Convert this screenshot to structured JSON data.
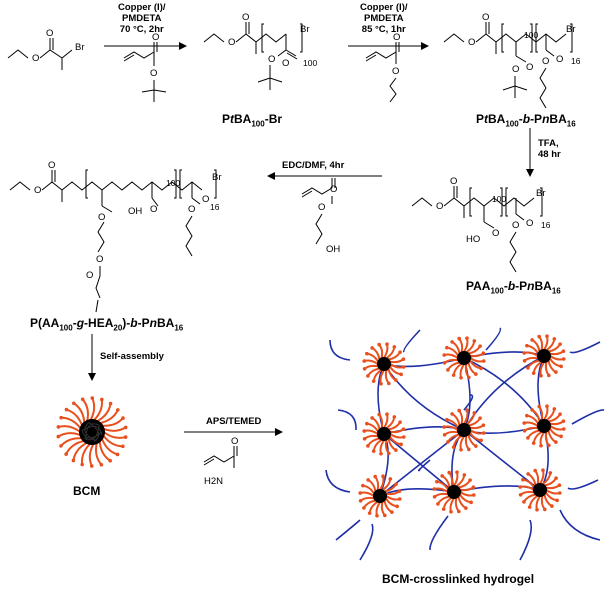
{
  "compounds": {
    "ptba": [
      "P",
      "t",
      "BA",
      "100",
      "-Br"
    ],
    "ptba_pnba": [
      "P",
      "t",
      "BA",
      "100",
      "-",
      "b",
      "-P",
      "n",
      "BA",
      "16"
    ],
    "paa_pnba": [
      "PAA",
      "100",
      "-",
      "b",
      "-P",
      "n",
      "BA",
      "16"
    ],
    "graft": [
      "P(AA",
      "100",
      "-",
      "g",
      "-HEA",
      "20",
      ")-",
      "b",
      "-P",
      "n",
      "BA",
      "16"
    ],
    "bcm": "BCM",
    "hydrogel": "BCM-crosslinked hydrogel"
  },
  "conditions": {
    "step1": [
      "Copper (I)/",
      "PMDETA",
      "70 °C, 2hr"
    ],
    "step2": [
      "Copper (I)/",
      "PMDETA",
      "85 °C, 1hr"
    ],
    "step3": [
      "TFA,",
      "48 hr"
    ],
    "step4": "EDC/DMF, 4hr",
    "step5": "Self-assembly",
    "step6": "APS/TEMED"
  },
  "atoms": {
    "Br": "Br",
    "O": "O",
    "OH": "OH",
    "HO": "HO",
    "H2N": "H2N"
  },
  "repeat_counts": {
    "n100": "100",
    "n16": "16"
  },
  "colors": {
    "core": "#000000",
    "corona": "#e8501e",
    "chain": "#1f2fa8",
    "ink": "#000000"
  }
}
